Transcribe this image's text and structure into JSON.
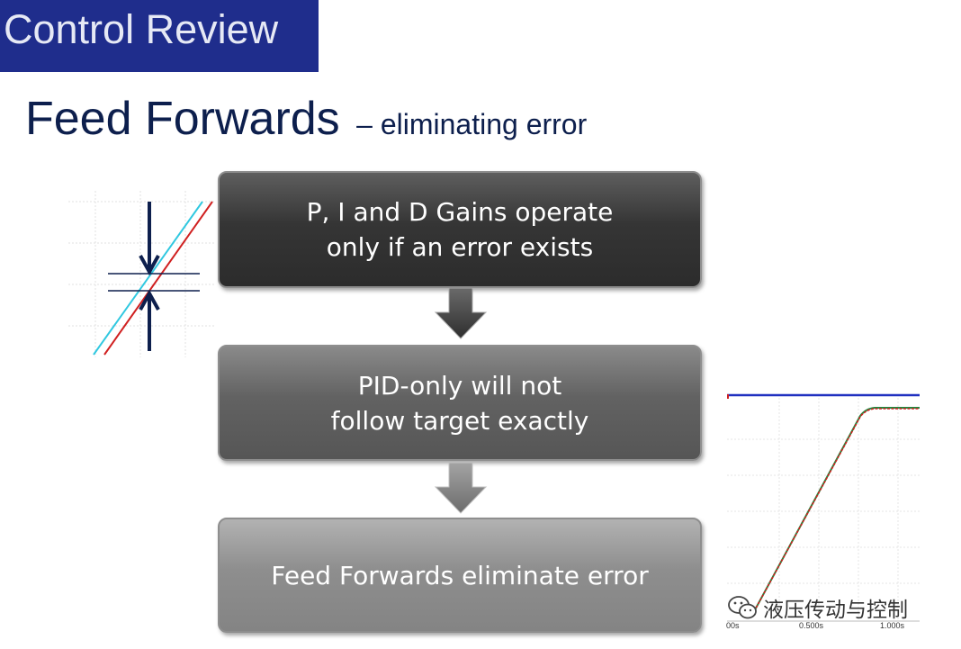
{
  "header": {
    "title": "Control Review"
  },
  "heading": {
    "main": "Feed Forwards",
    "sub": "– eliminating error"
  },
  "flow": {
    "boxes": [
      {
        "lines": [
          "P, I and D Gains operate",
          "only if an error exists"
        ]
      },
      {
        "lines": [
          "PID-only will not",
          "follow target exactly"
        ]
      },
      {
        "lines": [
          "Feed Forwards eliminate error"
        ]
      }
    ]
  },
  "plot": {
    "tick_labels": [
      "00s",
      "0.500s",
      "1.000s"
    ]
  },
  "watermark": {
    "text": "液压传动与控制"
  },
  "colors": {
    "banner": "#1f2d8c",
    "heading": "#0d1f4d",
    "target_line": "#2030c0",
    "response_line": "#d02020",
    "command_line": "#30c8e0"
  }
}
